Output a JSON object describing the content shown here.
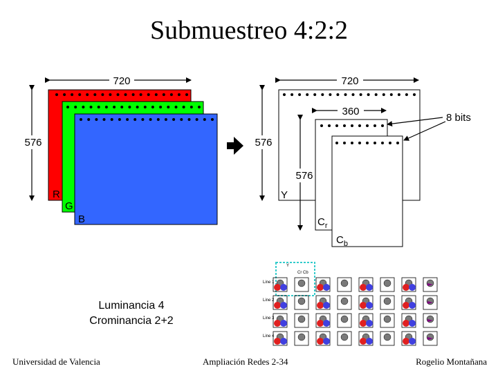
{
  "title": "Submuestreo 4:2:2",
  "rgb": {
    "width_label": "720",
    "height_label": "576",
    "planes": [
      {
        "name": "R",
        "color": "#ff0000"
      },
      {
        "name": "G",
        "color": "#00ff00"
      },
      {
        "name": "B",
        "color": "#3366ff"
      }
    ]
  },
  "ycc": {
    "y_width_label": "720",
    "c_width_label": "360",
    "y_height_label": "576",
    "c_height_label": "576",
    "bits_label": "8 bits",
    "planes": [
      {
        "name": "Y",
        "sub": ""
      },
      {
        "name": "C",
        "sub": "r"
      },
      {
        "name": "C",
        "sub": "b"
      }
    ]
  },
  "summary": {
    "line1": "Luminancia 4",
    "line2": "Crominancia 2+2"
  },
  "sampling_grid": {
    "header_labels": [
      "Y",
      "Cr Cb"
    ],
    "line_labels": [
      "Line 1",
      "Line 2",
      "Line 3",
      "Line 4"
    ],
    "colors": {
      "luma": "#7a7a7a",
      "cr": "#e02020",
      "cb": "#4040e0",
      "highlight": "#33cccc",
      "arrow": "#800080"
    }
  },
  "footer": {
    "left": "Universidad de Valencia",
    "center": "Ampliación Redes 2-34",
    "right": "Rogelio Montañana"
  }
}
